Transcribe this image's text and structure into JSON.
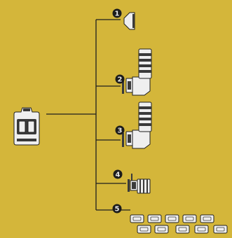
{
  "colors": {
    "background": "#d4b63a",
    "line": "#1f1f1f",
    "device_fill": "#efefef",
    "device_dark": "#3a3a3a",
    "badge_fill": "#1c1c1c",
    "badge_text": "#e8e8e8"
  },
  "items": [
    {
      "number": "1",
      "accessory": "eyecup-icon"
    },
    {
      "number": "2",
      "accessory": "angle-finder-icon"
    },
    {
      "number": "3",
      "accessory": "angle-finder-icon"
    },
    {
      "number": "4",
      "accessory": "magnifier-icon"
    },
    {
      "number": "5",
      "accessory": "correction-lenses-icon"
    }
  ]
}
